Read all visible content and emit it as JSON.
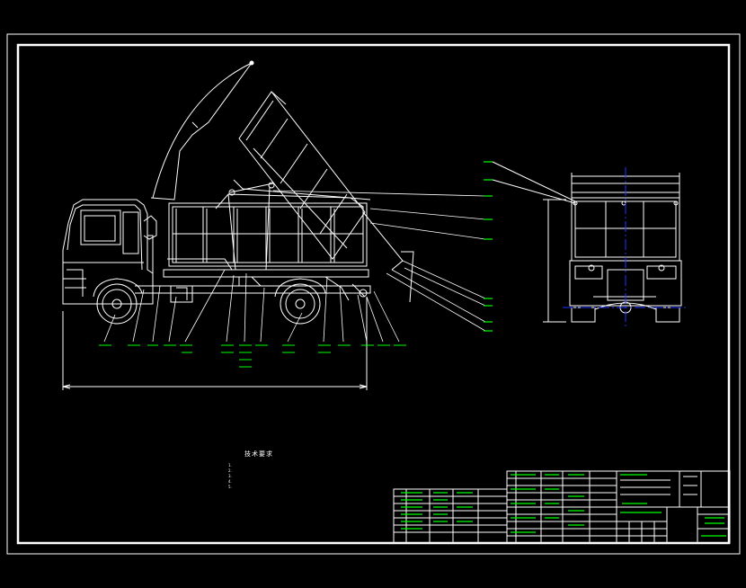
{
  "drawing": {
    "technical_requirements_title": "技术要求",
    "technical_requirements": [
      "1.",
      "2.",
      "3.",
      "4.",
      "5."
    ]
  },
  "colors": {
    "background": "#000000",
    "line": "#ffffff",
    "leader": "#ffffff",
    "label": "#00ff00",
    "centerline": "#2233ff",
    "title_accent": "#00ff00"
  }
}
